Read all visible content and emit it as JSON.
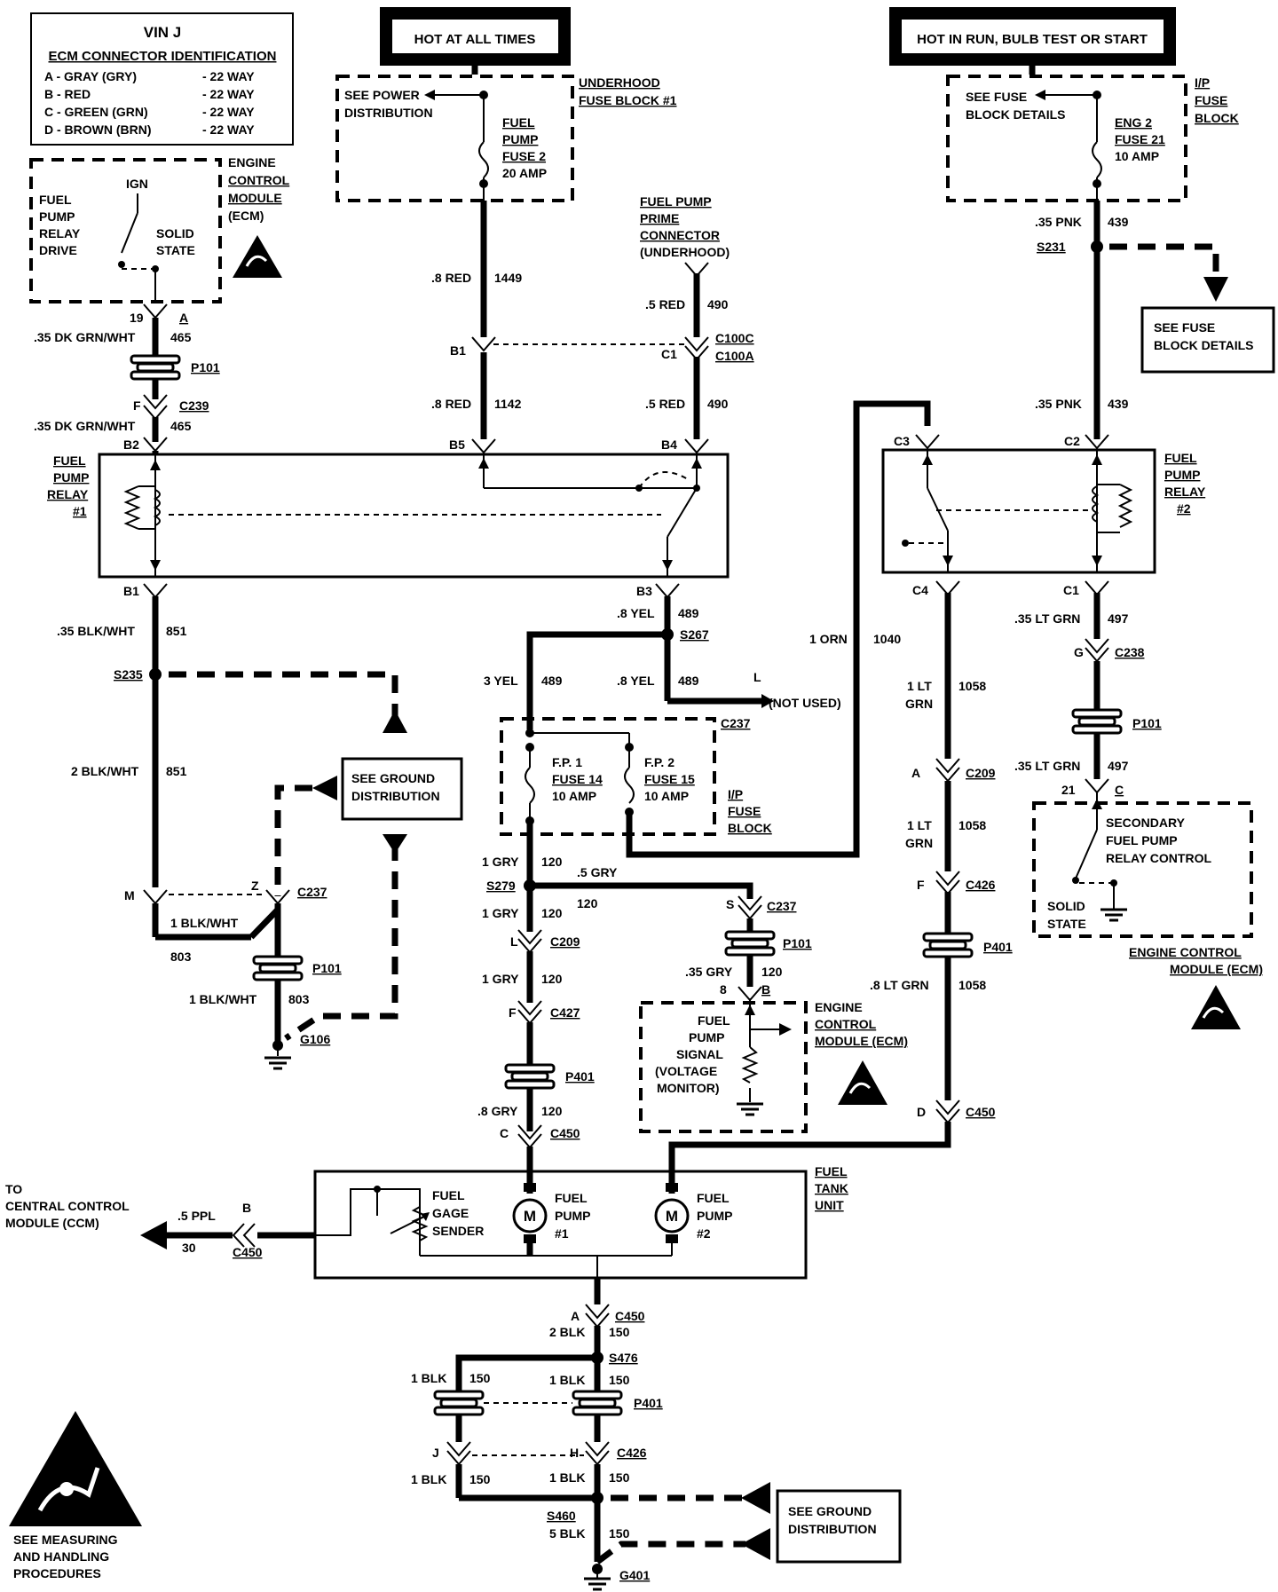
{
  "headers": {
    "hot_at_all_times": "HOT AT ALL TIMES",
    "hot_in_run": "HOT IN RUN, BULB TEST OR START"
  },
  "vin_box": {
    "title": "VIN J",
    "subtitle": "ECM CONNECTOR IDENTIFICATION",
    "rows": [
      {
        "label": "A  -  GRAY (GRY)",
        "way": "-  22 WAY"
      },
      {
        "label": "B  -  RED",
        "way": "-  22 WAY"
      },
      {
        "label": "C  -  GREEN (GRN)",
        "way": "-  22 WAY"
      },
      {
        "label": "D  -  BROWN (BRN)",
        "way": "-  22 WAY"
      }
    ]
  },
  "ecm_left": {
    "drive": [
      "FUEL",
      "PUMP",
      "RELAY",
      "DRIVE"
    ],
    "ign": "IGN",
    "solid": [
      "SOLID",
      "STATE"
    ],
    "label": [
      "ENGINE",
      "CONTROL",
      "MODULE",
      "(ECM)"
    ]
  },
  "left_col": {
    "pin19": "19",
    "pinA": "A",
    "wire_dk_grn": ".35 DK GRN/WHT",
    "c465": "465",
    "p101": "P101",
    "pinF": "F",
    "c239": "C239",
    "pinB2": "B2"
  },
  "underhood": {
    "see_power": [
      "SEE POWER",
      "DISTRIBUTION"
    ],
    "fuse": [
      "FUEL",
      "PUMP",
      "FUSE 2",
      "20 AMP"
    ],
    "label": [
      "UNDERHOOD",
      "FUSE BLOCK #1"
    ]
  },
  "red_col": {
    "wire_red": ".8 RED",
    "c1449": "1449",
    "c1142": "1142",
    "pinB1": "B1",
    "pinB5": "B5"
  },
  "prime": {
    "label": [
      "FUEL PUMP",
      "PRIME",
      "CONNECTOR",
      "(UNDERHOOD)"
    ],
    "wire_red": ".5 RED",
    "c490": "490",
    "pinC1": "C1",
    "c100c": "C100C",
    "c100a": "C100A",
    "pinB4": "B4"
  },
  "relay1": {
    "label": [
      "FUEL",
      "PUMP",
      "RELAY",
      "#1"
    ],
    "pinB1": "B1"
  },
  "ground_left": {
    "wire_35": ".35 BLK/WHT",
    "c851": "851",
    "s235": "S235",
    "see_dist": [
      "SEE GROUND",
      "DISTRIBUTION"
    ],
    "wire_2": "2 BLK/WHT",
    "pinM": "M",
    "pinZ": "Z",
    "c237": "C237",
    "wire_1": "1 BLK/WHT",
    "c803": "803",
    "p101": "P101",
    "g106": "G106"
  },
  "yel": {
    "pinB3": "B3",
    "wire_8": ".8 YEL",
    "c489": "489",
    "s267": "S267",
    "wire_3": "3 YEL",
    "pinL": "L",
    "not_used": "(NOT USED)"
  },
  "ip_fuse": {
    "c237": "C237",
    "fp1": [
      "F.P. 1",
      "FUSE 14",
      "10 AMP"
    ],
    "fp2": [
      "F.P. 2",
      "FUSE 15",
      "10 AMP"
    ],
    "label": [
      "I/P",
      "FUSE",
      "BLOCK"
    ]
  },
  "orn": {
    "wire": "1 ORN",
    "c1040": "1040"
  },
  "gry": {
    "wire_1": "1 GRY",
    "c120": "120",
    "s279": "S279",
    "wire_5": ".5 GRY",
    "pinL": "L",
    "c209": "C209",
    "pinF": "F",
    "c427": "C427",
    "p401": "P401",
    "wire_8": ".8 GRY",
    "pinC": "C",
    "c450": "C450"
  },
  "ecm_mid": {
    "pinS": "S",
    "c237": "C237",
    "p101": "P101",
    "wire": ".35 GRY",
    "c120": "120",
    "pin8": "8",
    "pinB": "B",
    "signal": [
      "FUEL",
      "PUMP",
      "SIGNAL",
      "(VOLTAGE",
      "MONITOR)"
    ],
    "label": [
      "ENGINE",
      "CONTROL",
      "MODULE (ECM)"
    ]
  },
  "ip_right": {
    "see": [
      "SEE FUSE",
      "BLOCK DETAILS"
    ],
    "fuse": [
      "ENG 2",
      "FUSE 21",
      "10 AMP"
    ],
    "label": [
      "I/P",
      "FUSE",
      "BLOCK"
    ]
  },
  "pnk": {
    "wire": ".35 PNK",
    "c439": "439",
    "s231": "S231",
    "see": [
      "SEE FUSE",
      "BLOCK DETAILS"
    ]
  },
  "relay2": {
    "label": [
      "FUEL",
      "PUMP",
      "RELAY",
      "#2"
    ],
    "pinC2": "C2",
    "pinC3": "C3",
    "pinC4": "C4",
    "pinC1": "C1"
  },
  "ltgrn": {
    "wire_1": [
      "1 LT",
      "GRN"
    ],
    "c1058": "1058",
    "pinA": "A",
    "c209": "C209",
    "pinF": "F",
    "c426": "C426",
    "p401": "P401",
    "wire_8": ".8 LT GRN",
    "pinD": "D",
    "c450": "C450"
  },
  "ltgrn2": {
    "wire": ".35 LT GRN",
    "c497": "497",
    "pinG": "G",
    "c238": "C238",
    "p101": "P101",
    "pin21": "21",
    "pinC": "C"
  },
  "ecm_right": {
    "secondary": [
      "SECONDARY",
      "FUEL PUMP",
      "RELAY CONTROL"
    ],
    "solid": [
      "SOLID",
      "STATE"
    ],
    "label": [
      "ENGINE CONTROL",
      "MODULE (ECM)"
    ]
  },
  "tank": {
    "label": [
      "FUEL",
      "TANK",
      "UNIT"
    ],
    "gage": [
      "FUEL",
      "GAGE",
      "SENDER"
    ],
    "motor": "M",
    "pump1": [
      "FUEL",
      "PUMP",
      "#1"
    ],
    "pump2": [
      "FUEL",
      "PUMP",
      "#2"
    ]
  },
  "ccm": {
    "to": [
      "TO",
      "CENTRAL CONTROL",
      "MODULE (CCM)"
    ],
    "wire": ".5 PPL",
    "pinB": "B",
    "c30": "30",
    "c450": "C450"
  },
  "ground_bottom": {
    "pinA": "A",
    "c450": "C450",
    "wire_2": "2 BLK",
    "c150": "150",
    "s476": "S476",
    "wire_1": "1 BLK",
    "p401": "P401",
    "pinJ": "J",
    "pinH": "H",
    "c426": "C426",
    "s460": "S460",
    "wire_5": "5 BLK",
    "see_dist": [
      "SEE GROUND",
      "DISTRIBUTION"
    ],
    "g401": "G401"
  },
  "measuring": [
    "SEE MEASURING",
    "AND HANDLING",
    "PROCEDURES"
  ]
}
